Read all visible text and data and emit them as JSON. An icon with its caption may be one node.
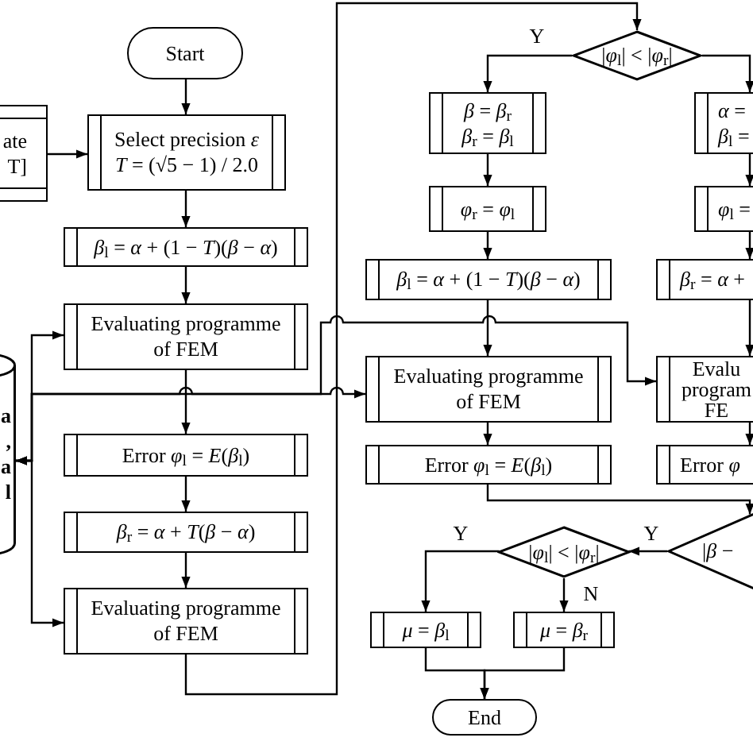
{
  "diagram": {
    "nodes": [
      {
        "text": [
          "ate T]"
        ]
      },
      {
        "text": [
          "Start"
        ]
      },
      {
        "text": [
          "Select precision *ε*",
          "*T* = (√5 − 1) / 2.0"
        ]
      },
      {
        "text": [
          "*β*$_{l}$ = *α* + (1 − *T*)(*β* − *α*)"
        ]
      },
      {
        "text": [
          "Evaluating programme of FEM"
        ]
      },
      {
        "text": [
          "a , al"
        ]
      },
      {
        "text": [
          "Error *φ*$_{l}$ = *E*(*β*$_{l}$)"
        ]
      },
      {
        "text": [
          "*β*$_{r}$ = *α* + *T*(*β* − *α*)"
        ]
      },
      {
        "text": [
          "Evaluating programme of FEM"
        ]
      },
      {
        "text": [
          "|*φ*$_{l}$| < |*φ*$_{r}$|"
        ]
      },
      {
        "text": [
          "*β* = *β*$_{r}$",
          "*β*$_{r}$ = *β*$_{l}$"
        ]
      },
      {
        "text": [
          "*φ*$_{r}$ = *φ*$_{l}$"
        ]
      },
      {
        "text": [
          "*β*$_{l}$ = *α* + (1 − *T*)(*β* − *α*)"
        ]
      },
      {
        "text": [
          "Evaluating programme of FEM"
        ]
      },
      {
        "text": [
          "Error *φ*$_{l}$ = *E*(*β*$_{l}$)"
        ]
      },
      {
        "text": [
          "*α* =",
          "*β*$_{l}$ ="
        ]
      },
      {
        "text": [
          "*φ*$_{l}$ ="
        ]
      },
      {
        "text": [
          "*β*$_{r}$ = *α* +"
        ]
      },
      {
        "text": [
          "Evalu program FE"
        ]
      },
      {
        "text": [
          "Error *φ*"
        ]
      },
      {
        "text": [
          "|*β* −"
        ]
      },
      {
        "text": [
          "|*φ*$_{l}$| < |*φ*$_{r}$|"
        ]
      },
      {
        "text": [
          "*μ* = *β*$_{l}$"
        ]
      },
      {
        "text": [
          "*μ* = *β*$_{r}$"
        ]
      },
      {
        "text": [
          "End"
        ]
      }
    ],
    "edges": [
      {
        "from": 0,
        "to": 2,
        "arrow": "to"
      },
      {
        "from": 1,
        "to": 2,
        "arrow": "to"
      },
      {
        "from": 2,
        "to": 3,
        "arrow": "to"
      },
      {
        "from": 3,
        "to": 4,
        "arrow": "to"
      },
      {
        "from": 4,
        "to": 6,
        "arrow": "to"
      },
      {
        "from": 6,
        "to": 7,
        "arrow": "to"
      },
      {
        "from": 7,
        "to": 8,
        "arrow": "to"
      },
      {
        "from": 8,
        "to": 9,
        "arrow": "to"
      },
      {
        "from": 9,
        "to": 10,
        "arrow": "to",
        "label": "Y"
      },
      {
        "from": 9,
        "to": 15,
        "arrow": "to"
      },
      {
        "from": 10,
        "to": 11,
        "arrow": "to"
      },
      {
        "from": 11,
        "to": 12,
        "arrow": "to"
      },
      {
        "from": 12,
        "to": 13,
        "arrow": "to"
      },
      {
        "from": 13,
        "to": 14,
        "arrow": "to"
      },
      {
        "from": 15,
        "to": 16,
        "arrow": "to"
      },
      {
        "from": 16,
        "to": 17,
        "arrow": "to"
      },
      {
        "from": 17,
        "to": 18,
        "arrow": "to"
      },
      {
        "from": 18,
        "to": 19,
        "arrow": "to"
      },
      {
        "from": 14,
        "to": 20,
        "arrow": "to"
      },
      {
        "from": 20,
        "to": 21,
        "arrow": "to",
        "label": "Y"
      },
      {
        "from": 21,
        "to": 22,
        "arrow": "to",
        "label": "Y"
      },
      {
        "from": 21,
        "to": 23,
        "arrow": "to",
        "label": "N"
      },
      {
        "from": 22,
        "to": 24,
        "arrow": "to"
      },
      {
        "from": 23,
        "to": 24,
        "arrow": "to"
      },
      {
        "from": 5,
        "to": 4,
        "arrow": "both"
      },
      {
        "from": 5,
        "to": 8,
        "arrow": "both"
      },
      {
        "from": 5,
        "to": 13,
        "arrow": "both"
      },
      {
        "from": 5,
        "to": 18,
        "arrow": "both"
      }
    ]
  }
}
